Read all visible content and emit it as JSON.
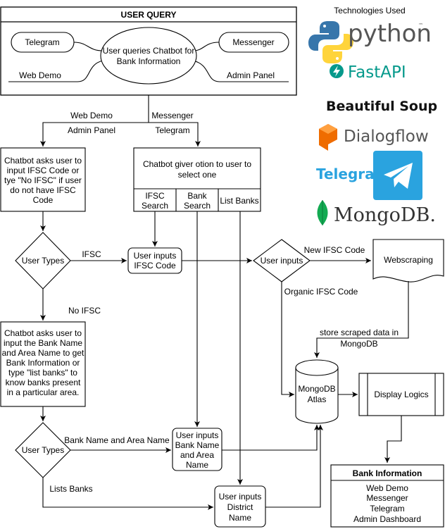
{
  "user_query": {
    "title": "USER QUERY",
    "telegram": "Telegram",
    "messenger": "Messenger",
    "center": [
      "User queries Chatbot for",
      "Bank Information"
    ],
    "web_demo": "Web Demo",
    "admin_panel": "Admin Panel"
  },
  "branch_labels": {
    "web_demo": "Web Demo",
    "admin_panel": "Admin Panel",
    "messenger": "Messenger",
    "telegram": "Telegram"
  },
  "chatbot_ifsc": [
    "Chatbot asks user to",
    "input IFSC Code or",
    "tye \"No IFSC\" if user",
    "do not have IFSC",
    "Code"
  ],
  "chatbot_options": {
    "text": [
      "Chatbot giver otion to user to",
      "select one"
    ],
    "ifsc_search": [
      "IFSC",
      "Search"
    ],
    "bank_search": [
      "Bank",
      "Search"
    ],
    "list_banks": "List Banks"
  },
  "user_types_1": "User Types",
  "ifsc_label": "IFSC",
  "no_ifsc_label": "No IFSC",
  "user_inputs_ifsc": [
    "User inputs",
    "IFSC Code"
  ],
  "user_inputs_diamond": "User inputs",
  "new_ifsc_label": "New IFSC Code",
  "organic_ifsc_label": "Organic IFSC Code",
  "webscraping": "Webscraping",
  "store_label": [
    "store scraped data in",
    "MongoDB"
  ],
  "chatbot_bank": [
    "Chatbot asks user to",
    "input the Bank Name",
    "and Area Name to get",
    "Bank Information or",
    "type \"list banks\" to",
    "know banks present",
    "in a particular area."
  ],
  "mongodb_atlas": [
    "MongoDB",
    "Atlas"
  ],
  "display_logics": "Display Logics",
  "user_types_2": "User Types",
  "bank_area_label": "Bank Name and Area Name",
  "lists_banks_label": "Lists Banks",
  "user_inputs_bank": [
    "User inputs",
    "Bank Name",
    "and Area",
    "Name"
  ],
  "user_inputs_district": [
    "User inputs",
    "District",
    "Name"
  ],
  "bank_information": {
    "title": "Bank Information",
    "items": [
      "Web Demo",
      "Messenger",
      "Telegram",
      "Admin Dashboard"
    ]
  },
  "technologies": {
    "title": "Technologies Used",
    "python": "python",
    "tm": "™",
    "fastapi": "FastAPI",
    "beautifulsoup": "Beautiful Soup",
    "dialogflow": "Dialogflow",
    "telegram": "Telegram",
    "mongodb": "MongoDB."
  },
  "colors": {
    "python_blue": "#3776ab",
    "python_yellow": "#ffd43b",
    "fastapi_teal": "#05998b",
    "dialogflow_orange": "#ef6c00",
    "telegram_blue": "#2aa3df",
    "mongodb_green": "#13aa52"
  }
}
